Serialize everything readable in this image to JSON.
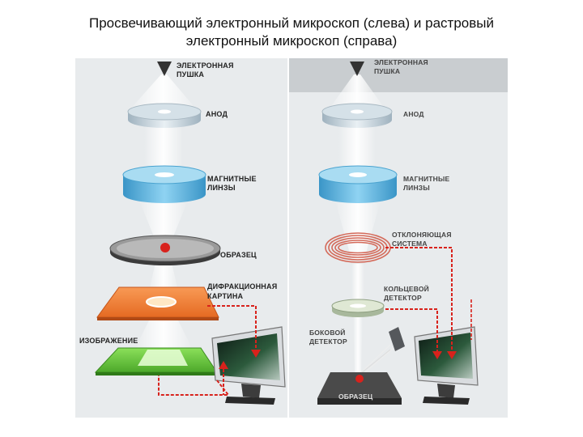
{
  "title": {
    "line1": "Просвечивающий электронный микроскоп (слева) и растровый",
    "line2": "электронный микроскоп (справа)"
  },
  "left_panel": {
    "gun": [
      "ЭЛЕКТРОННАЯ",
      "ПУШКА"
    ],
    "anode": "АНОД",
    "lenses": [
      "МАГНИТНЫЕ",
      "ЛИНЗЫ"
    ],
    "specimen": "ОБРАЗЕЦ",
    "diffraction": [
      "ДИФРАКЦИОННАЯ",
      "КАРТИНА"
    ],
    "image": "ИЗОБРАЖЕНИЕ"
  },
  "right_panel": {
    "gun": [
      "ЭЛЕКТРОННАЯ",
      "ПУШКА"
    ],
    "anode": "АНОД",
    "lenses": [
      "МАГНИТНЫЕ",
      "ЛИНЗЫ"
    ],
    "deflection": [
      "ОТКЛОНЯЮЩАЯ",
      "СИСТЕМА"
    ],
    "ring_detector": [
      "КОЛЬЦЕВОЙ",
      "ДЕТЕКТОР"
    ],
    "side_detector": [
      "БОКОВОЙ",
      "ДЕТЕКТОР"
    ],
    "specimen": "ОБРАЗЕЦ"
  },
  "colors": {
    "panel_bg": "#e9ecee",
    "beam": "#ffffff",
    "lens_blue": "#5fb6de",
    "signal_red": "#d8221c",
    "diffraction_orange": "#f4823a",
    "image_green": "#6fcc3e"
  }
}
